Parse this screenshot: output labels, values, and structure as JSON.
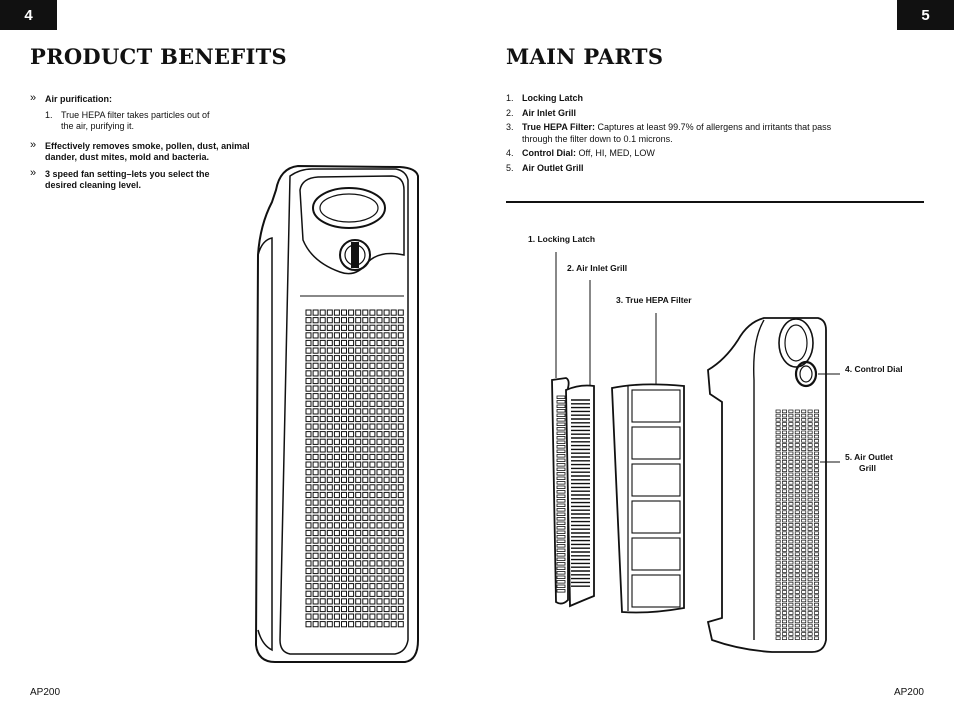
{
  "page_left": {
    "number": "4",
    "title": "PRODUCT BENEFITS",
    "footer": "AP200"
  },
  "page_right": {
    "number": "5",
    "title": "MAIN PARTS",
    "footer": "AP200"
  },
  "benefits": [
    {
      "marker": "»",
      "title": "Air purification:",
      "sub": [
        {
          "num": "1.",
          "text": "True HEPA filter takes particles out of the air, purifying it."
        }
      ]
    },
    {
      "marker": "»",
      "title": "Effectively removes smoke, pollen, dust, animal dander, dust mites, mold and bacteria.",
      "sub": []
    },
    {
      "marker": "»",
      "title": "3 speed fan setting–lets you select the desired cleaning level.",
      "sub": []
    }
  ],
  "parts": [
    {
      "num": "1.",
      "name": "Locking Latch",
      "desc": ""
    },
    {
      "num": "2.",
      "name": "Air Inlet Grill",
      "desc": ""
    },
    {
      "num": "3.",
      "name": "True HEPA Filter:",
      "desc": "Captures at least 99.7% of allergens and irritants that pass through the filter down to 0.1 microns."
    },
    {
      "num": "4.",
      "name": "Control Dial:",
      "desc": "Off, HI, MED, LOW"
    },
    {
      "num": "5.",
      "name": "Air Outlet Grill",
      "desc": ""
    }
  ],
  "callouts": {
    "locking_latch": "1. Locking Latch",
    "air_inlet_grill": "2. Air Inlet Grill",
    "hepa_filter": "3.  True HEPA Filter",
    "control_dial": "4.  Control Dial",
    "air_outlet_grill_1": "5.  Air Outlet",
    "air_outlet_grill_2": "Grill"
  }
}
